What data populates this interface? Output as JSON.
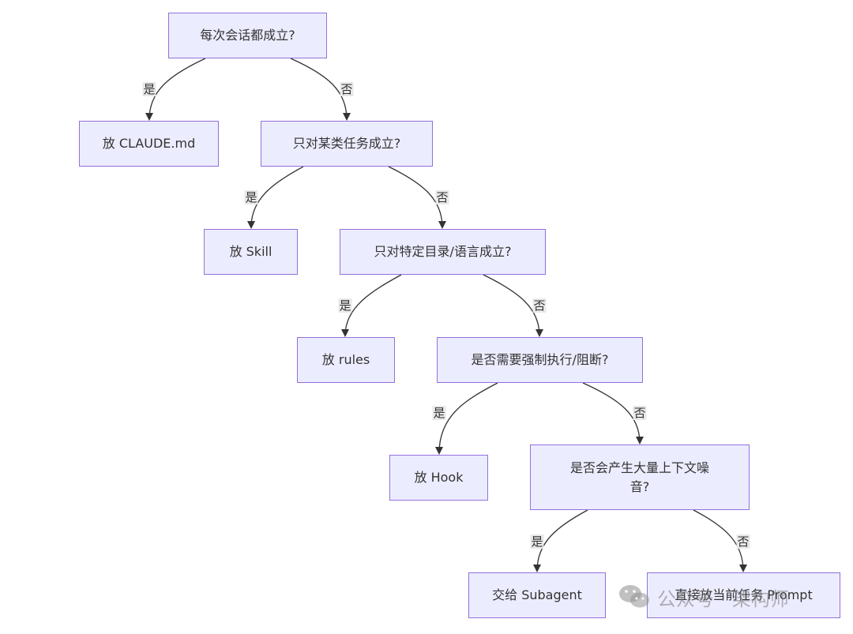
{
  "nodes": {
    "q1": "每次会话都成立?",
    "a1": "放 CLAUDE.md",
    "q2": "只对某类任务成立?",
    "a2": "放 Skill",
    "q3": "只对特定目录/语言成立?",
    "a3": "放 rules",
    "q4": "是否需要强制执行/阻断?",
    "a4": "放 Hook",
    "q5_line1": "是否会产生大量上下文噪",
    "q5_line2": "音?",
    "a5": "交给 Subagent",
    "a6": "直接放当前任务 Prompt"
  },
  "edge_labels": {
    "yes": "是",
    "no": "否"
  },
  "watermark": {
    "text": "公众号 · 架构师"
  },
  "colors": {
    "node_fill": "#ececff",
    "node_border": "#9370db",
    "edge": "#333333",
    "label_bg": "#e8e8e8"
  }
}
